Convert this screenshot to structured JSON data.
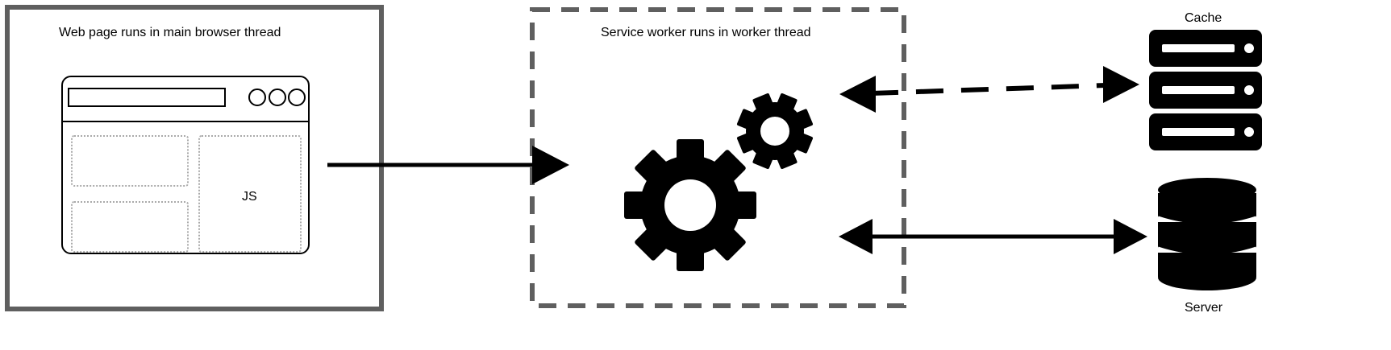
{
  "main_thread": {
    "title": "Web page runs in main browser thread",
    "js_label": "JS"
  },
  "worker_thread": {
    "title": "Service worker runs in worker thread"
  },
  "cache": {
    "label": "Cache"
  },
  "server": {
    "label": "Server"
  },
  "colors": {
    "box_border": "#5f5f5f",
    "ink": "#000000",
    "dotted_panel": "#aaaaaa"
  },
  "icons": [
    "gear-icon",
    "cache-server-rack-icon",
    "database-icon",
    "browser-window-icon"
  ]
}
